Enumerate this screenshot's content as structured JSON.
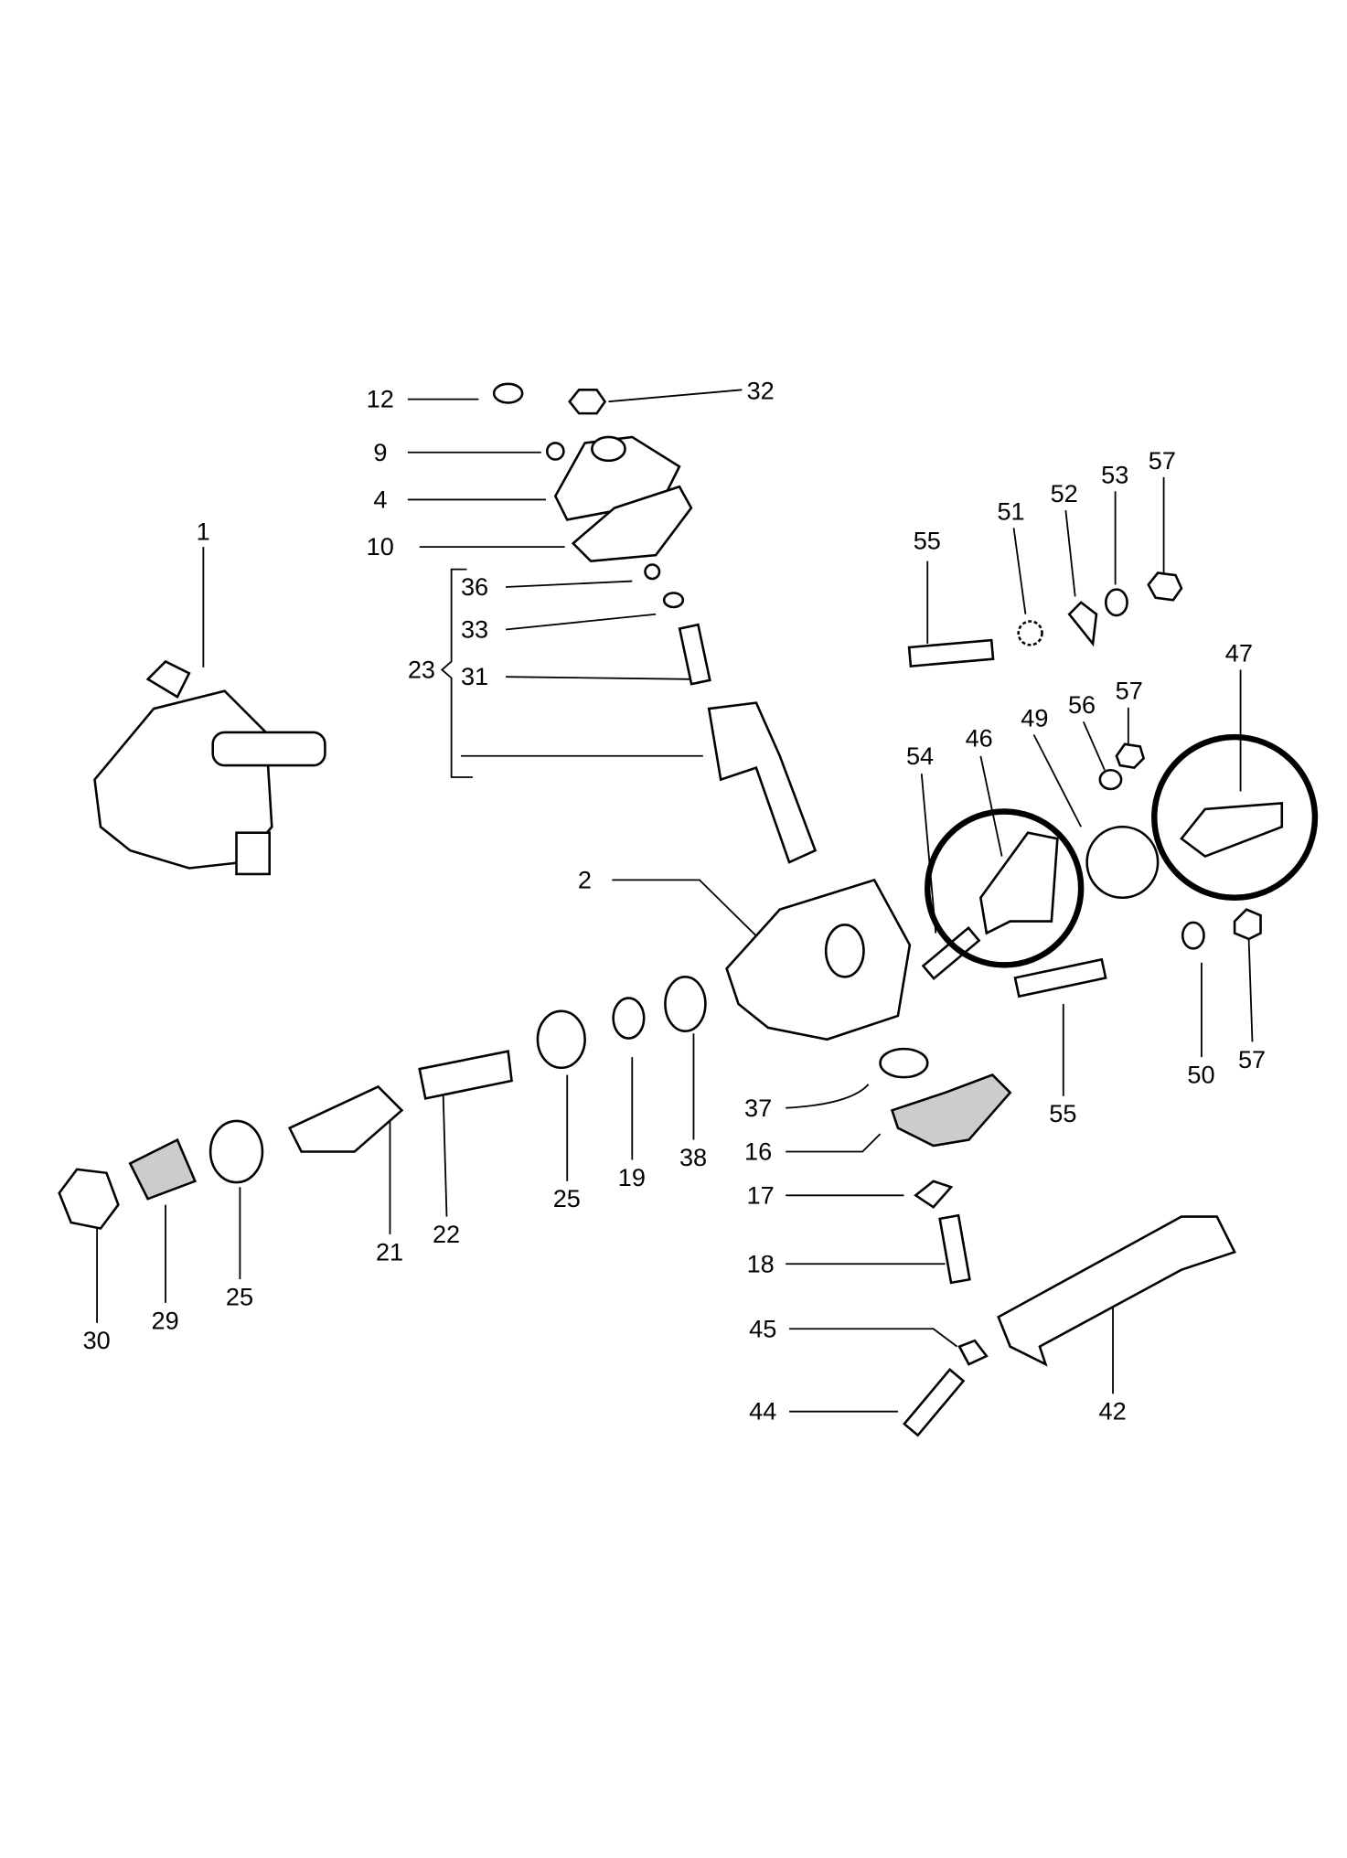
{
  "diagram": {
    "type": "exploded parts diagram - steering gear",
    "callouts": [
      "12",
      "32",
      "9",
      "4",
      "10",
      "36",
      "33",
      "23",
      "31",
      "1",
      "2",
      "55",
      "51",
      "52",
      "53",
      "57",
      "57",
      "56",
      "49",
      "46",
      "54",
      "47",
      "50",
      "57",
      "55",
      "37",
      "16",
      "17",
      "18",
      "45",
      "44",
      "42",
      "38",
      "19",
      "25",
      "22",
      "21",
      "25",
      "29",
      "30"
    ]
  },
  "colors": {
    "ink": "#000000",
    "background": "#ffffff",
    "highlight_ring": "#000000"
  }
}
